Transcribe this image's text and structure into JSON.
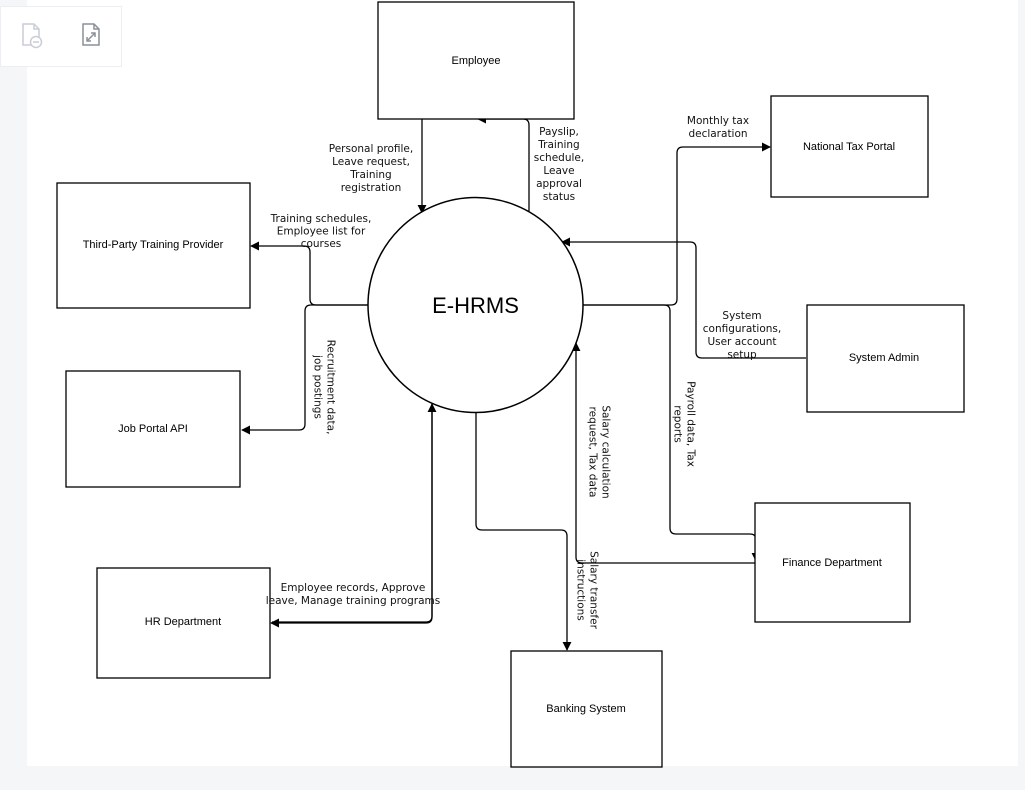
{
  "toolbar": {
    "items": [
      {
        "name": "zoom-out-page",
        "icon": "page-minus-icon"
      },
      {
        "name": "fit-page",
        "icon": "expand-arrows-icon"
      }
    ]
  },
  "diagram": {
    "process": {
      "label": "E-HRMS"
    },
    "entities": {
      "employee": "Employee",
      "national_tax": "National Tax Portal",
      "third_party": "Third-Party Training Provider",
      "system_admin": "System Admin",
      "job_portal": "Job Portal API",
      "finance": "Finance Department",
      "hr": "HR Department",
      "banking": "Banking System"
    },
    "flows": {
      "emp_in": [
        "Personal profile,",
        "Leave request,",
        "Training",
        "registration"
      ],
      "emp_out": [
        "Payslip,",
        "Training",
        "schedule,",
        "Leave",
        "approval",
        "status"
      ],
      "tax": [
        "Monthly tax",
        "declaration"
      ],
      "training": [
        "Training schedules,",
        "Employee list for",
        "courses"
      ],
      "admin": [
        "System",
        "configurations,",
        "User account",
        "setup"
      ],
      "recruit": [
        "Recruitment data,",
        "job postings"
      ],
      "salary_req": [
        "Salary calculation",
        "request, Tax data"
      ],
      "payroll": [
        "Payroll data, Tax",
        "reports"
      ],
      "hr": [
        "Employee records, Approve",
        "leave, Manage training programs"
      ],
      "salary_transfer": [
        "Salary transfer",
        "instructions"
      ]
    }
  },
  "colors": {
    "stroke": "#000000",
    "canvas": "#ffffff",
    "background": "#f5f6f8"
  }
}
